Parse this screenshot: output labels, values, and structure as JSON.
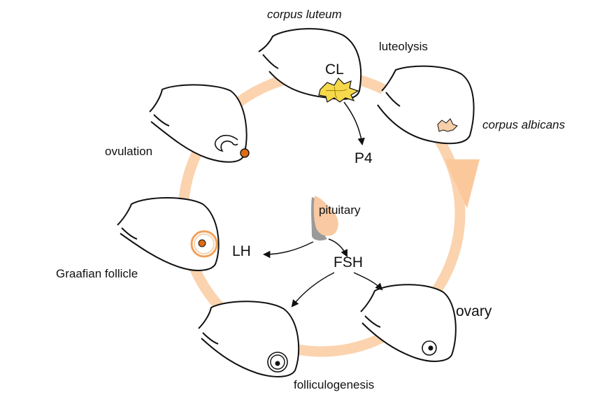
{
  "labels": {
    "corpus_luteum": "corpus luteum",
    "luteolysis": "luteolysis",
    "cl": "CL",
    "corpus_albicans": "corpus albicans",
    "ovulation": "ovulation",
    "p4": "P4",
    "pituitary": "pituitary",
    "lh": "LH",
    "fsh": "FSH",
    "graafian_follicle": "Graafian follicle",
    "ovary": "ovary",
    "folliculogenesis": "folliculogenesis"
  },
  "colors": {
    "cycle_ring": "#fbd3ae",
    "cycle_arrow": "#fbc89c",
    "corpus_luteum_fill": "#f6d94a",
    "corpus_albicans_fill": "#f8cfa8",
    "follicle_ring": "#f2a15a",
    "oocyte": "#e06a12",
    "pituitary_light": "#f8c9a2",
    "pituitary_dark": "#9a9a9a",
    "outline": "#111111"
  }
}
